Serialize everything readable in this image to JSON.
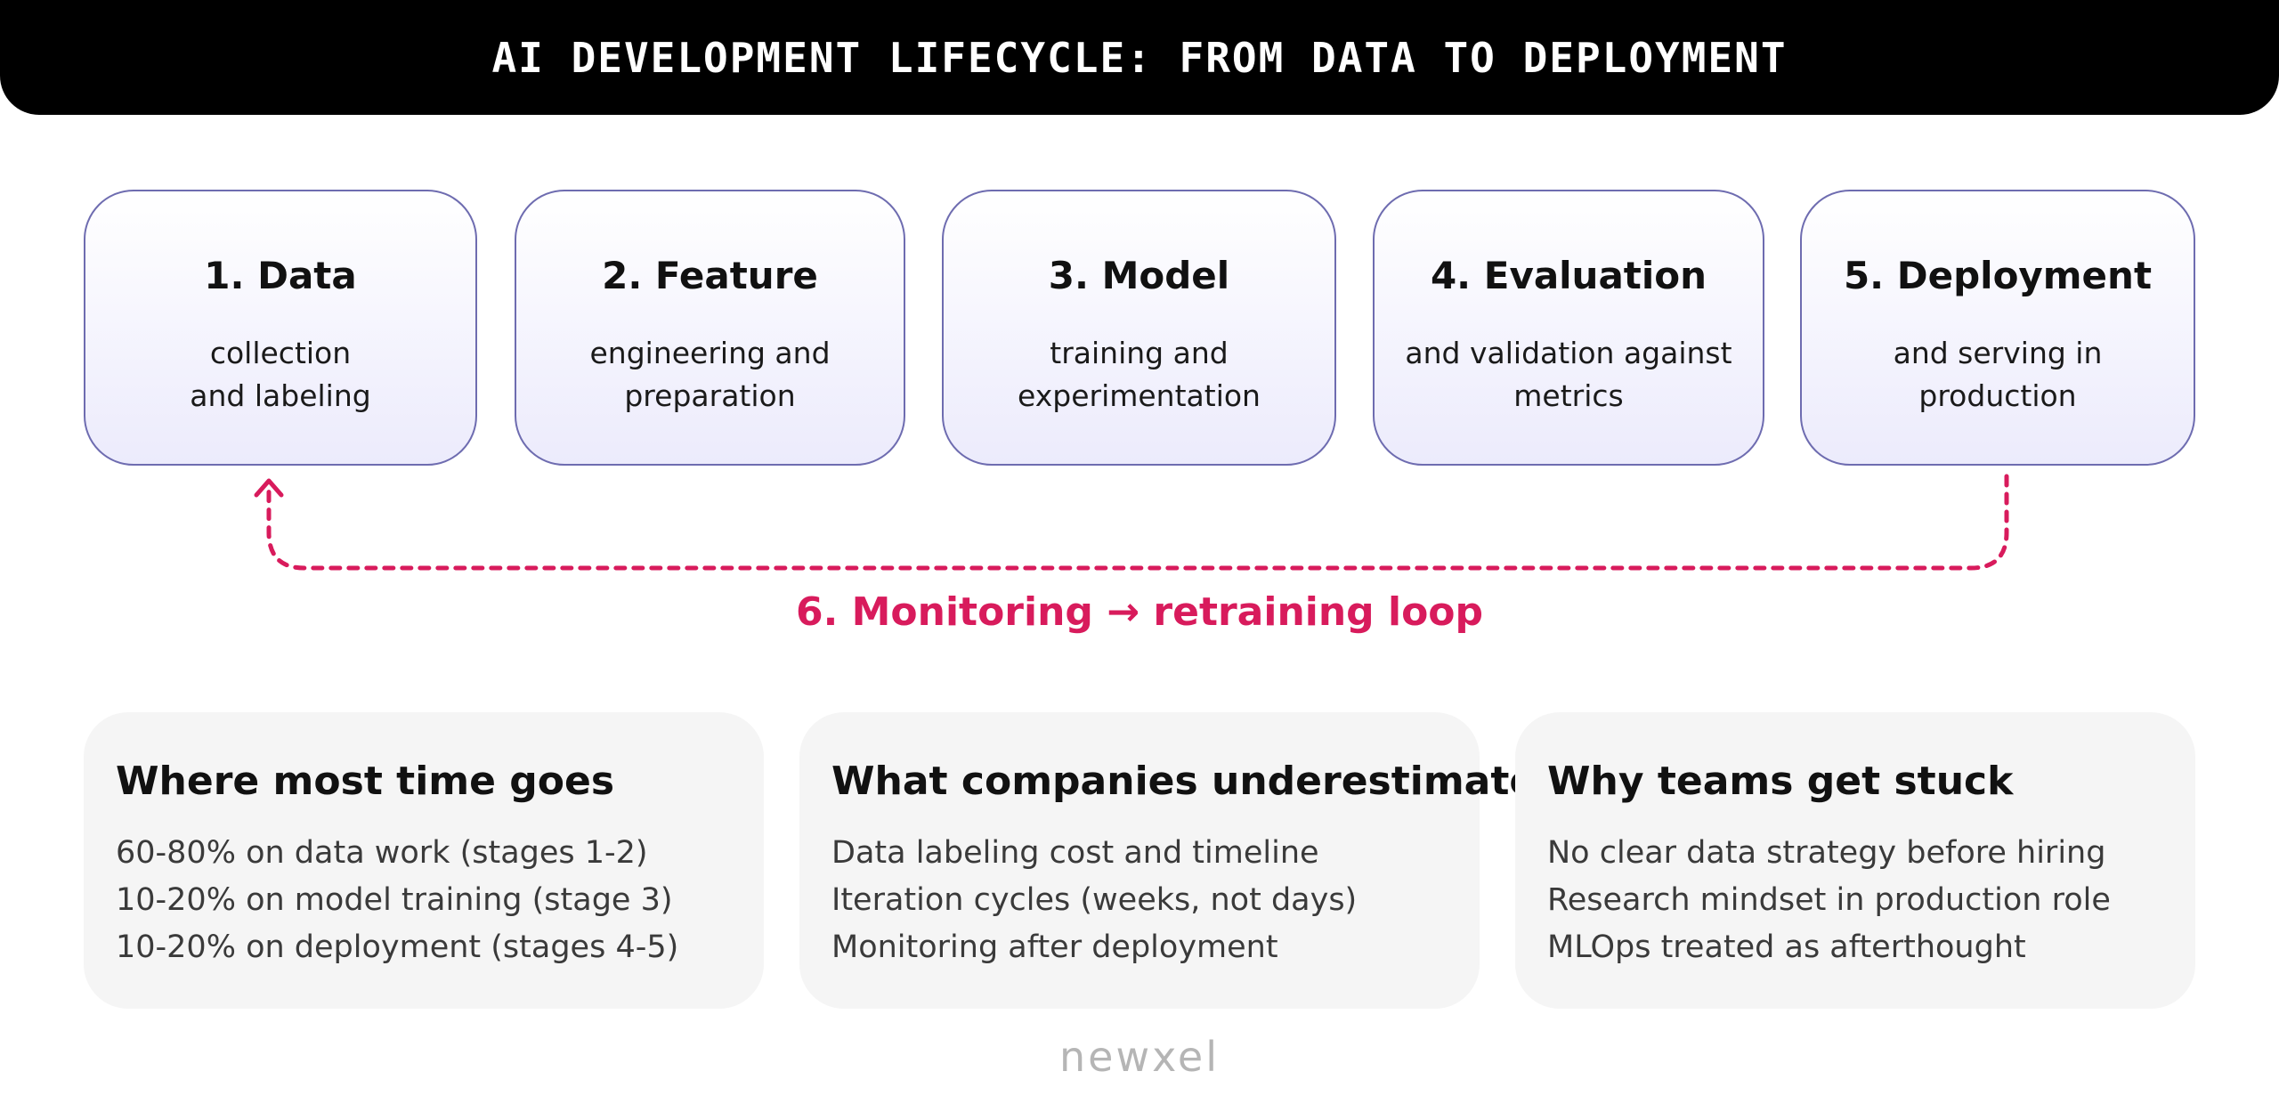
{
  "header": {
    "title": "AI DEVELOPMENT LIFECYCLE: FROM DATA TO DEPLOYMENT"
  },
  "stages": [
    {
      "title": "1. Data",
      "lines": [
        "collection",
        "and labeling"
      ]
    },
    {
      "title": "2. Feature",
      "lines": [
        "engineering and",
        "preparation"
      ]
    },
    {
      "title": "3. Model",
      "lines": [
        "training and",
        "experimentation"
      ]
    },
    {
      "title": "4. Evaluation",
      "lines": [
        "and validation against",
        "metrics"
      ]
    },
    {
      "title": "5. Deployment",
      "lines": [
        "and serving in",
        "production"
      ]
    }
  ],
  "loop": {
    "label": "6. Monitoring → retraining loop",
    "color": "#d81b5c"
  },
  "cards": [
    {
      "title": "Where most time goes",
      "lines": [
        "60-80% on data work (stages 1-2)",
        "10-20% on model training (stage 3)",
        "10-20% on deployment (stages 4-5)"
      ]
    },
    {
      "title": "What companies underestimate",
      "lines": [
        "Data labeling cost and timeline",
        "Iteration cycles (weeks, not days)",
        "Monitoring after deployment"
      ]
    },
    {
      "title": "Why teams get stuck",
      "lines": [
        "No clear data strategy before hiring",
        "Research mindset in production role",
        "MLOps treated as afterthought"
      ]
    }
  ],
  "footer": {
    "logo": "newxel"
  },
  "colors": {
    "stage_border": "#6e6cb0",
    "accent": "#d81b5c",
    "card_bg": "#f5f5f5"
  }
}
